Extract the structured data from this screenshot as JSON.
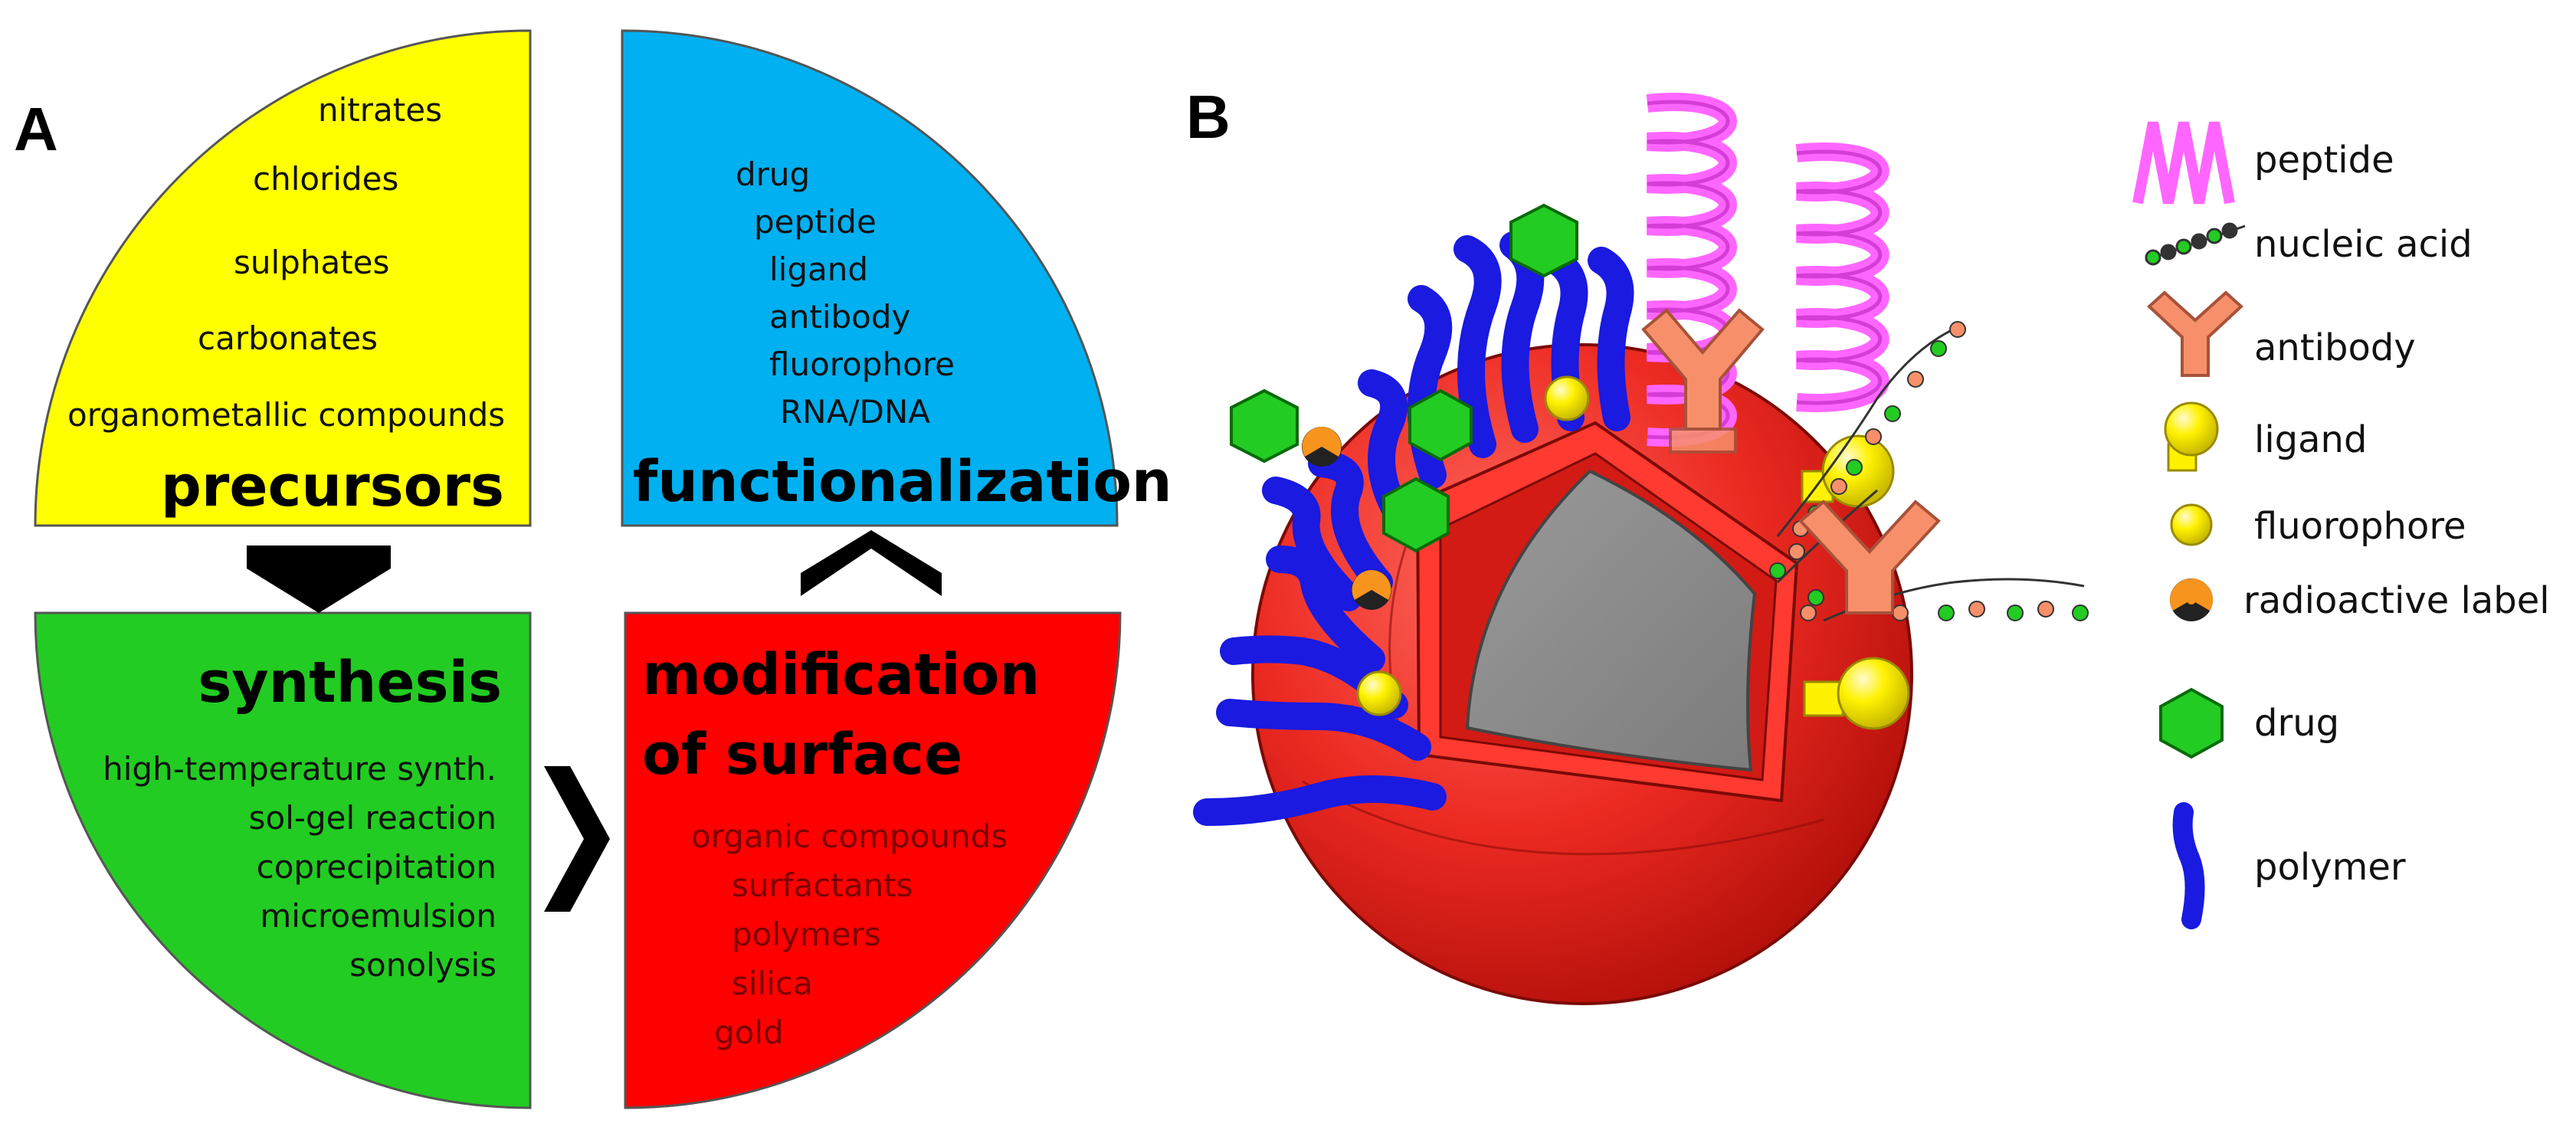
{
  "panels": {
    "a_label": "A",
    "b_label": "B"
  },
  "precursors": {
    "title": "precursors",
    "color": "#FFFF00",
    "items": [
      "nitrates",
      "chlorides",
      "sulphates",
      "carbonates",
      "organometallic compounds"
    ]
  },
  "functionalization": {
    "title": "functionalization",
    "color": "#00B0F0",
    "items": [
      "drug",
      "peptide",
      "ligand",
      "antibody",
      "fluorophore",
      "RNA/DNA"
    ]
  },
  "synthesis": {
    "title": "synthesis",
    "color": "#22CC22",
    "items": [
      "high-temperature synth.",
      "sol-gel reaction",
      "coprecipitation",
      "microemulsion",
      "sonolysis"
    ]
  },
  "modification": {
    "title_line1": "modification",
    "title_line2": "of surface",
    "color": "#FF0000",
    "items": [
      "organic compounds",
      "surfactants",
      "polymers",
      "silica",
      "gold"
    ]
  },
  "legend": {
    "items": [
      {
        "label": "peptide",
        "icon": "peptide-icon"
      },
      {
        "label": "nucleic acid",
        "icon": "nucleic-acid-icon"
      },
      {
        "label": "antibody",
        "icon": "antibody-icon"
      },
      {
        "label": "ligand",
        "icon": "ligand-icon"
      },
      {
        "label": "fluorophore",
        "icon": "fluorophore-icon"
      },
      {
        "label": "radioactive label",
        "icon": "radioactive-label-icon"
      },
      {
        "label": "drug",
        "icon": "drug-icon"
      },
      {
        "label": "polymer",
        "icon": "polymer-icon"
      }
    ]
  },
  "colors": {
    "core": "#8C8C8C",
    "shell": "#E8201E",
    "polymer": "#1A1AE0",
    "drug": "#22CC22",
    "peptide": "#FF66FF",
    "antibody": "#F7906A",
    "ligand": "#FFF200",
    "radio": "#F7941D"
  }
}
